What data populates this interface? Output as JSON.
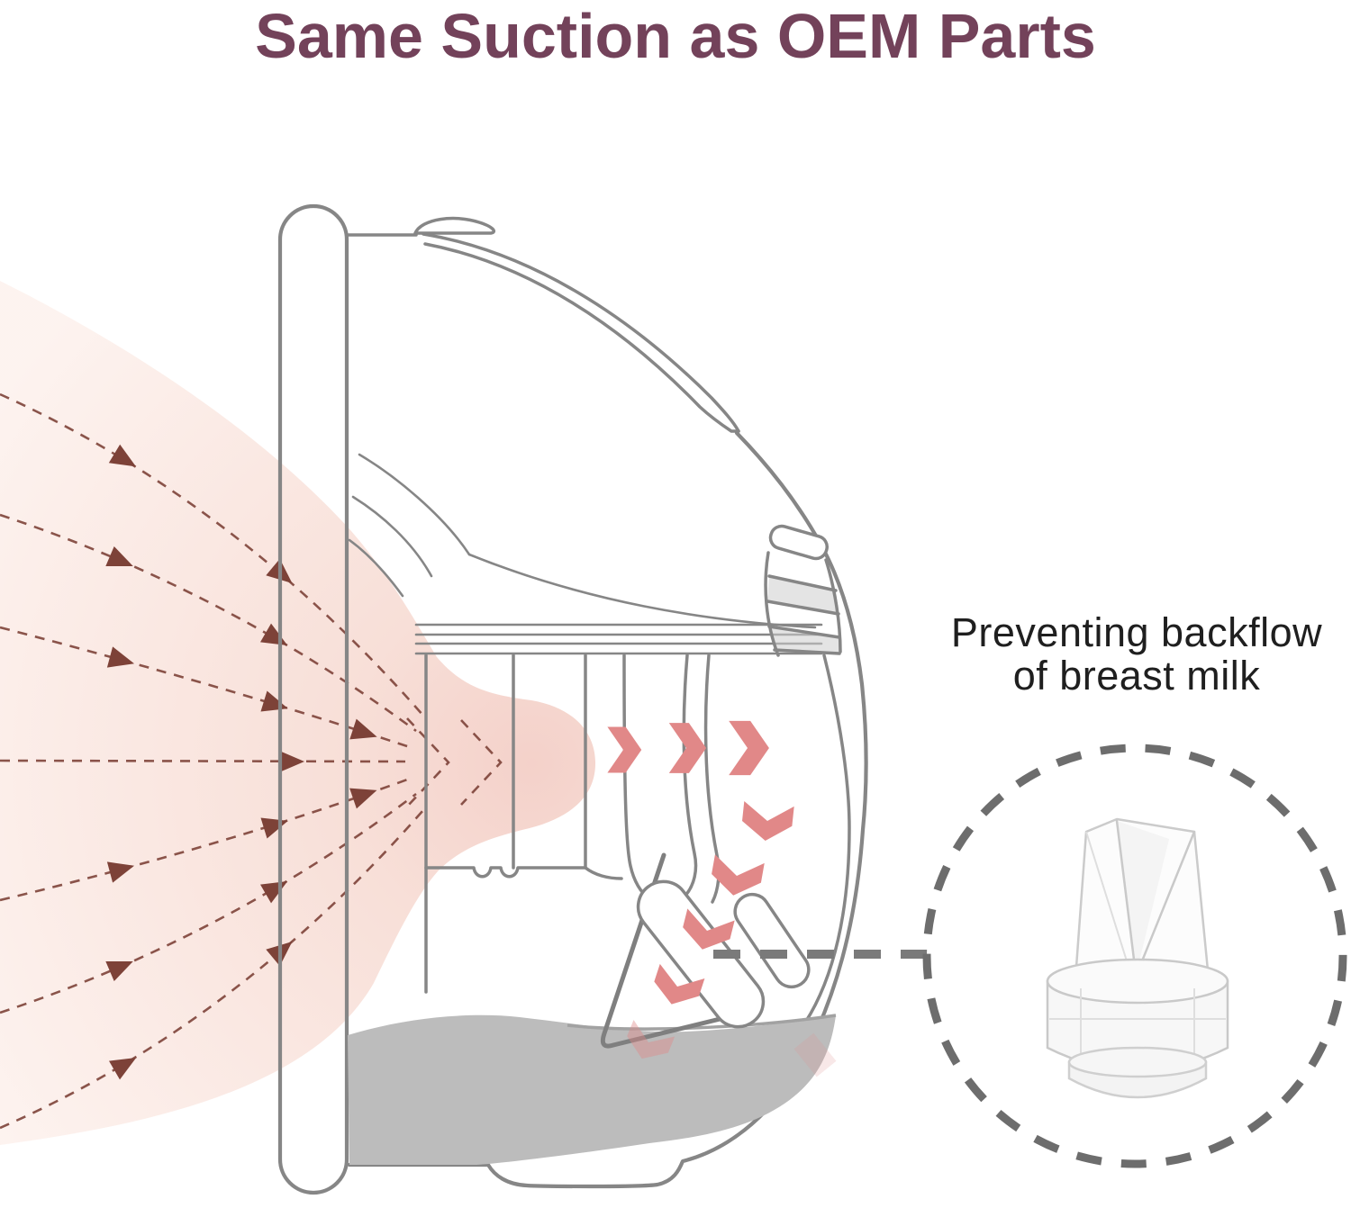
{
  "title": {
    "text": "Same Suction as OEM Parts"
  },
  "callout": {
    "line1": "Preventing backflow",
    "line2": "of breast milk"
  },
  "colors": {
    "background": "#ffffff",
    "title_text": "#73425a",
    "label_text": "#1f1f1f",
    "outline_gray": "#868686",
    "milk_gray": "#bcbcbc",
    "chevron_salmon": "#e18888",
    "flow_arrow_brick": "#7d4238",
    "breast_pink_deep": "#f3cdc5",
    "breast_pink_mid": "#f7dcd4",
    "breast_pink_light": "#fdf2ee"
  },
  "icons": {
    "suction_flow_arrow": "dashed-streamline-with-solid-triangle-arrowhead",
    "milk_flow_chevron": "bold-salmon-chevron",
    "callout_connector": "thick-gray-dashed-line",
    "callout_circle": "dashed-circle-outline",
    "valve_photo": "clear-silicone-duckbill-valve"
  }
}
